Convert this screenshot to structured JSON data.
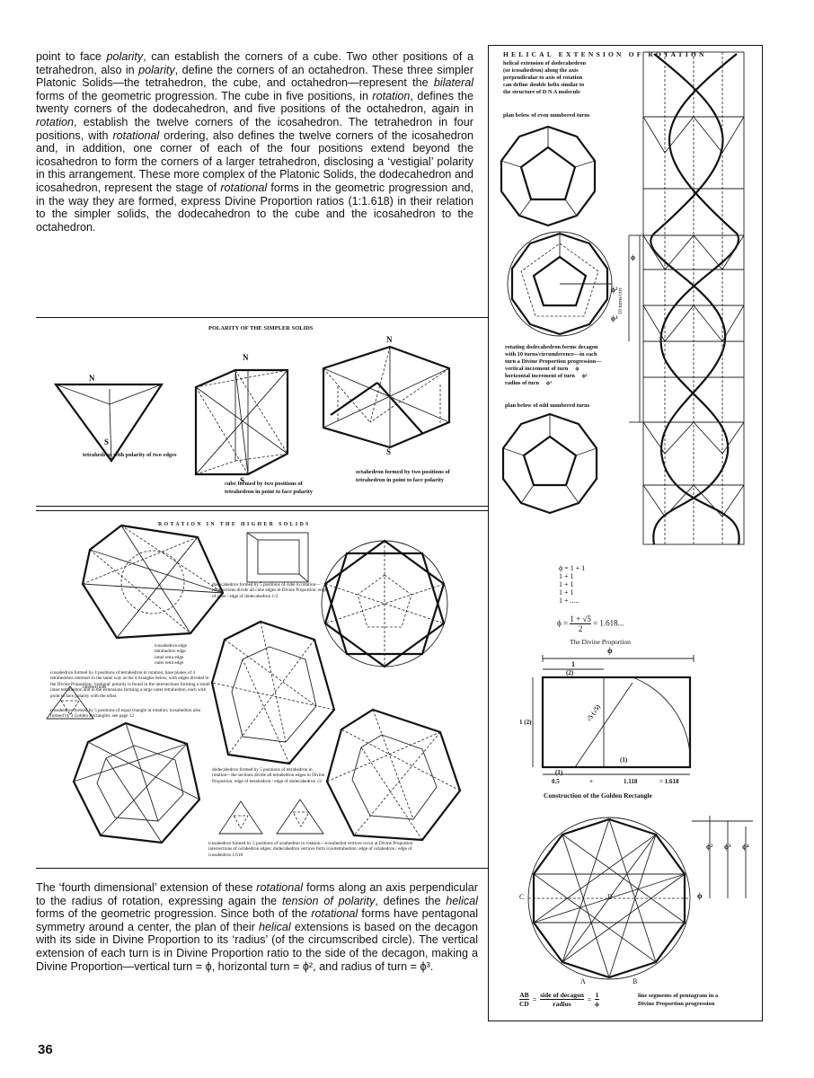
{
  "page": {
    "number": "36"
  },
  "top_text": [
    "point to face ",
    {
      "i": "polarity"
    },
    ", can establish the corners of a cube. Two other positions of a tetrahedron, also in ",
    {
      "i": "polarity"
    },
    ", define the corners of an octahedron. These three simpler Platonic Solids—the tetrahedron, the cube, and octahedron—represent the ",
    {
      "i": "bilateral"
    },
    " forms of the geometric progression. The cube in five positions, in ",
    {
      "i": "rotation"
    },
    ", defines the twenty corners of the dodecahedron, and five positions of the octahedron, again in ",
    {
      "i": "rotation"
    },
    ", establish the twelve corners of the icosahedron. The tetrahedron in four positions, with ",
    {
      "i": "rotational"
    },
    " ordering, also defines the twelve corners of the icosahedron and, in addition, one corner of each of the four positions extend beyond the icosahedron to form the corners of a larger tetrahedron, disclosing a ‘vestigial’ polarity in this arrangement. These more complex of the Platonic Solids, the dodecahedron and icosahedron, represent the stage of ",
    {
      "i": "rotational"
    },
    " forms in the geometric progression and, in the way they are formed, express Divine Proportion ratios (1:1.618) in their relation to the simpler solids, the dodecahedron to the cube and the icosahedron to the octahedron."
  ],
  "bottom_text": [
    "The ‘fourth dimensional’ extension of these ",
    {
      "i": "rotational"
    },
    " forms along an axis perpendicular to the radius of rotation, expressing again the ",
    {
      "i": "tension of polarity"
    },
    ", defines the ",
    {
      "i": "helical"
    },
    " forms of the geometric progression. Since both of the ",
    {
      "i": "rotational"
    },
    " forms have pentagonal symmetry around a center, the plan of their ",
    {
      "i": "helical"
    },
    " extensions is based on the decagon with its side in Divine Proportion to its ‘radius’ (of the circumscribed circle). The vertical extension of each turn is in Divine Proportion ratio to the side of the decagon, making a Divine Proportion—vertical turn = ϕ, horizontal turn = ϕ², and radius of turn = ϕ³."
  ],
  "polarity_panel": {
    "title": "POLARITY OF THE SIMPLER SOLIDS",
    "tetra_caption": "tetrahedron with polarity of two edges",
    "cube_caption_1": "cube formed by two positions of",
    "cube_caption_2": "tetrahedron in point to face polarity",
    "octa_caption_1": "octahedron formed by two positions of",
    "octa_caption_2": "tetrahedron in point to face polarity",
    "n": "N",
    "s": "S"
  },
  "rotation_panel": {
    "title": "ROTATION IN THE HIGHER SOLIDS",
    "dodeca_note": "dodecahedron formed by 5 positions of cube in rotation—intersections divide all cube edges in Divine Proportion: edge of cube / edge of dodecahedron  1/2",
    "icosa_note": "icosahedron formed by 4 positions of tetrahedron in rotation; base planes of 4 tetrahedrons intersect in the same way as the 4 triangles below, with edges divided in the Divine Proportion; 'vestigial' polarity is found in the intersections forming a small inner tetrahedron and in the extensions forming a large outer tetrahedron, each with point to face polarity with the other.",
    "icosa_note2": "icosahedron formed by 5 positions of equal triangle in rotation; icosahedron also formed by 3 Golden Rectangles: see page 12",
    "tetra_table": [
      "icosahedron edge",
      "tetrahedron edge",
      "inner tetra edge",
      "outer tetra edge"
    ],
    "intersections": "intersections",
    "dodeca_tetra_note": "dodecahedron formed by 5 positions of tetrahedron in rotation—the sections divide all tetrahedron edges in Divine Proportion: edge of tetrahedron / edge of dodecahedron  √2",
    "icosa_octa_note": "icosahedron formed by 5 positions of octahedron in rotation—icosahedral vertices occur at Divine Proportion intersections of octahedron edges; dodecahedron vertices form icositetrahedron: edge of octahedron / edge of icosahedron 1.618"
  },
  "helical_panel": {
    "title": "HELICAL EXTENSION OF ROTATION",
    "desc": [
      "helical extension of dodecahedron",
      "(or icosahedron) along the axis",
      "perpendicular to axis of rotation",
      "can define double helix similar to",
      "the structure of D N A molecule"
    ],
    "plan_even": "plan below of even numbered turns",
    "rotating_desc": [
      "rotating dodecahedron forms decagon",
      "with 10 turns/circumference—in each",
      "turn a Divine Proportion progression—",
      "vertical increment of turn",
      "horizontal increment of turn",
      "radius of turn"
    ],
    "rotating_symbols": [
      "ϕ",
      "ϕ²",
      "ϕ³"
    ],
    "turns_label": "10 turns/circ",
    "plan_odd": "plan below of odd numbered turns",
    "phi_labels": [
      "ϕ",
      "ϕ²",
      "ϕ³"
    ]
  },
  "divine_proportion": {
    "continued_fraction": [
      "ϕ = 1 + 1",
      "1 + 1",
      "1 + 1",
      "1 + 1",
      "1 + ....."
    ],
    "formula_left": "ϕ = ",
    "formula_num": "1 + √5",
    "formula_den": "2",
    "formula_right": "= 1.618...",
    "caption": "The Divine Proportion",
    "phi": "ϕ"
  },
  "golden_rectangle": {
    "caption": "Construction of the Golden Rectangle",
    "labels": {
      "one_top": "1",
      "two_top": "(2)",
      "one_left": "1 (2)",
      "sqrt": "√5 (√5)",
      "half": "(1)",
      "point5": "0.5",
      "plus": "+",
      "one118": "1.118",
      "total": "= 1.618",
      "phi": "ϕ",
      "paren1": "(1)"
    }
  },
  "pentagram": {
    "labels": {
      "C": "C",
      "D": "D",
      "A": "A",
      "B": "B",
      "phi": "ϕ",
      "phi2": "ϕ²",
      "phi3": "ϕ³",
      "phi4": "ϕ⁴"
    },
    "formula": {
      "ab": "AB",
      "cd": "CD",
      "eq": "=",
      "num": "side of decagon",
      "den": "radius",
      "one": "1",
      "phi": "ϕ"
    },
    "caption": [
      "line segments of pentagram in a",
      "Divine Proportion progression"
    ]
  }
}
